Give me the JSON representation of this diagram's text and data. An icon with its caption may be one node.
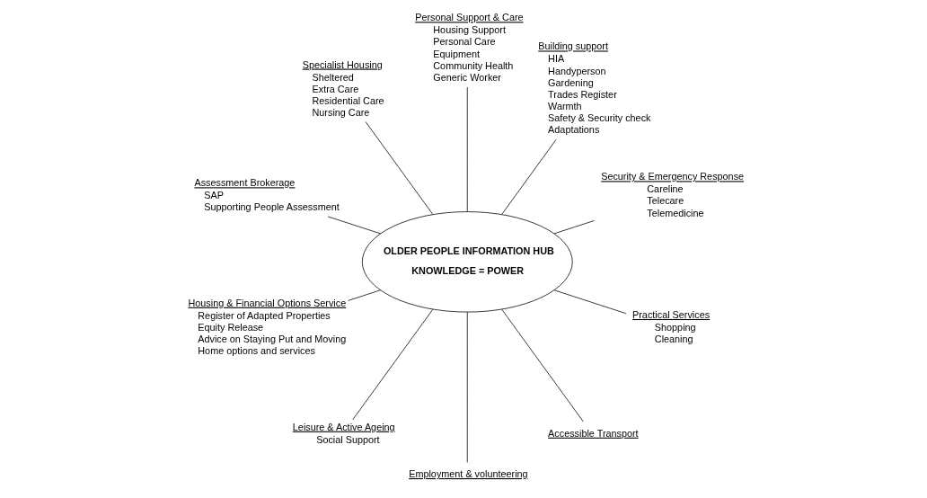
{
  "diagram": {
    "nodes": [
      {
        "text": [
          "OLDER PEOPLE INFORMATION HUB",
          "KNOWLEDGE = POWER"
        ]
      },
      {
        "text": [
          "Security & Emergency Response",
          "Careline",
          "Telecare",
          "Telemedicine"
        ]
      },
      {
        "text": [
          "Building support",
          "HIA",
          "Handyperson",
          "Gardening",
          "Trades Register",
          "Warmth",
          "Safety & Security check",
          "Adaptations"
        ]
      },
      {
        "text": [
          "Personal Support & Care",
          "Housing Support",
          "Personal Care",
          "Equipment",
          "Community Health",
          "Generic Worker"
        ]
      },
      {
        "text": [
          "Specialist Housing",
          "Sheltered",
          "Extra Care",
          "Residential Care",
          "Nursing Care"
        ]
      },
      {
        "text": [
          "Assessment Brokerage",
          "SAP",
          "Supporting People Assessment"
        ]
      },
      {
        "text": [
          "Housing & Financial Options Service",
          "Register of Adapted Properties",
          "Equity Release",
          "Advice on Staying Put and Moving",
          "Home options and services"
        ]
      },
      {
        "text": [
          "Leisure & Active Ageing",
          "Social Support"
        ]
      },
      {
        "text": [
          "Employment & volunteering"
        ]
      },
      {
        "text": [
          "Accessible Transport"
        ]
      },
      {
        "text": [
          "Practical Services",
          "Shopping",
          "Cleaning"
        ]
      }
    ],
    "edges": [
      {
        "from": 0,
        "to": 3,
        "arrow": "none"
      },
      {
        "from": 0,
        "to": 2,
        "arrow": "none"
      },
      {
        "from": 0,
        "to": 1,
        "arrow": "none"
      },
      {
        "from": 0,
        "to": 10,
        "arrow": "none"
      },
      {
        "from": 0,
        "to": 9,
        "arrow": "none"
      },
      {
        "from": 0,
        "to": 8,
        "arrow": "none"
      },
      {
        "from": 0,
        "to": 7,
        "arrow": "none"
      },
      {
        "from": 0,
        "to": 6,
        "arrow": "none"
      },
      {
        "from": 0,
        "to": 5,
        "arrow": "none"
      },
      {
        "from": 0,
        "to": 4,
        "arrow": "none"
      }
    ]
  }
}
